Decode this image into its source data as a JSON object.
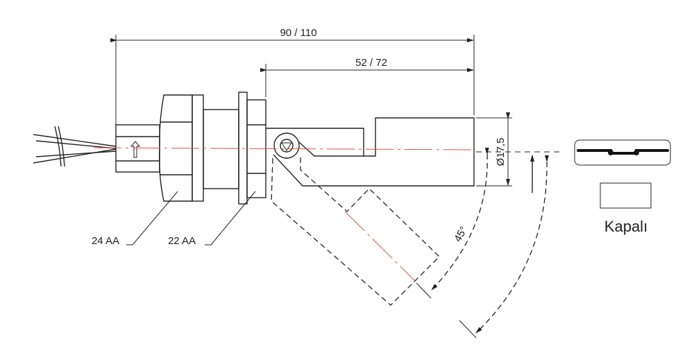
{
  "dimensions": {
    "overall_length": "90 / 110",
    "float_length": "52 / 72",
    "diameter": "Ø17,5",
    "angle": "45°"
  },
  "labels": {
    "nut_1": "24 AA",
    "nut_2": "22 AA"
  },
  "switch": {
    "state_label": "Kapalı"
  },
  "colors": {
    "line": "#222222",
    "centerline": "#d9533f"
  }
}
